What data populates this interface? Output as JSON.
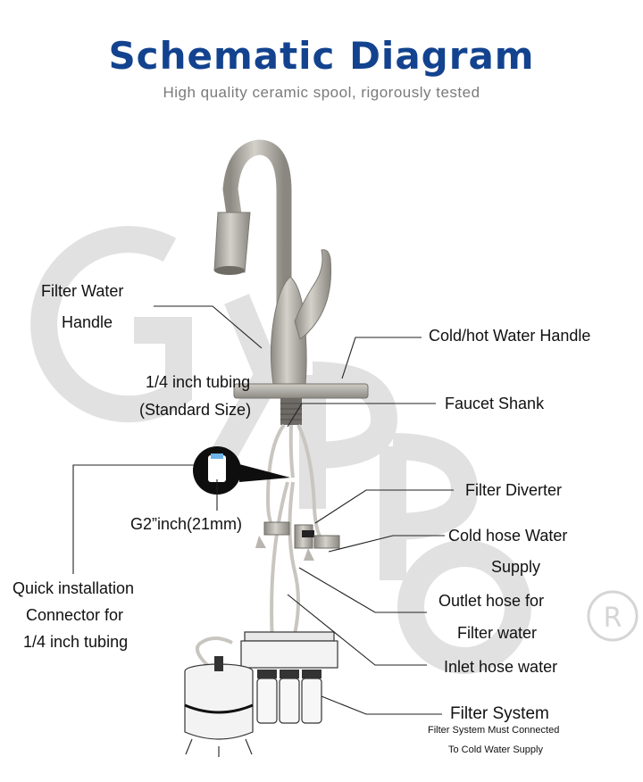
{
  "title": "Schematic Diagram",
  "subtitle": "High quality ceramic spool, rigorously tested",
  "labels": {
    "filter_handle_1": "Filter Water",
    "filter_handle_2": "Handle",
    "cold_hot_handle": "Cold/hot Water Handle",
    "tubing_1": "1/4 inch tubing",
    "tubing_2": "(Standard Size)",
    "faucet_shank": "Faucet Shank",
    "g2": "G2”inch(21mm)",
    "filter_diverter": "Filter Diverter",
    "cold_hose_1": "Cold hose Water",
    "cold_hose_2": "Supply",
    "quick_1": "Quick installation",
    "quick_2": "Connector for",
    "quick_3": "1/4 inch tubing",
    "outlet_1": "Outlet hose for",
    "outlet_2": "Filter water",
    "inlet": "Inlet hose water",
    "filter_system": "Filter System",
    "filter_note_1": "Filter System Must Connected",
    "filter_note_2": "To Cold Water Supply"
  },
  "colors": {
    "title": "#13438f",
    "subtitle": "#7a7a7a",
    "metal": "#a7a39b",
    "watermark": "#dcdcdc"
  },
  "watermark_icon": "registered-trademark-icon"
}
